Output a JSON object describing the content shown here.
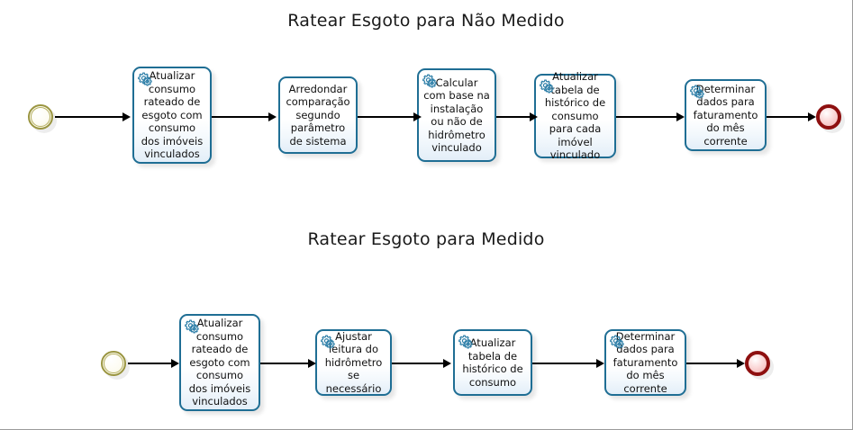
{
  "diagrams": [
    {
      "title": "Ratear Esgoto para Não Medido",
      "start_event": {
        "name": "start-event",
        "type": "start"
      },
      "end_event": {
        "name": "end-event",
        "type": "end"
      },
      "tasks": [
        {
          "label": "Atualizar consumo rateado de esgoto com consumo dos imóveis vinculados",
          "icon": "gear-icon",
          "service": true
        },
        {
          "label": "Arredondar comparação segundo parâmetro de sistema",
          "icon": "",
          "service": false
        },
        {
          "label": "Calcular com base na instalação ou não de hidrômetro vinculado",
          "icon": "gear-icon",
          "service": true
        },
        {
          "label": "Atualizar tabela de histórico de consumo para cada imóvel vinculado",
          "icon": "gear-icon",
          "service": true
        },
        {
          "label": "Determinar dados para faturamento do mês corrente",
          "icon": "gear-icon",
          "service": true
        }
      ]
    },
    {
      "title": "Ratear Esgoto para Medido",
      "start_event": {
        "name": "start-event",
        "type": "start"
      },
      "end_event": {
        "name": "end-event",
        "type": "end"
      },
      "tasks": [
        {
          "label": "Atualizar consumo rateado de esgoto com consumo dos imóveis vinculados",
          "icon": "gear-icon",
          "service": true
        },
        {
          "label": "Ajustar leitura do hidrômetro se necessário",
          "icon": "gear-icon",
          "service": true
        },
        {
          "label": "Atualizar tabela de histórico de consumo",
          "icon": "gear-icon",
          "service": true
        },
        {
          "label": "Determinar dados para faturamento do mês corrente",
          "icon": "gear-icon",
          "service": true
        }
      ]
    }
  ],
  "colors": {
    "task_border": "#1f6e94",
    "task_fill": "#ffffff",
    "start_event_border": "#9a9540",
    "end_event_border": "#8e1010",
    "end_event_fill": "#f2b3b3",
    "connector": "#000000",
    "gear": "#2e7fa8",
    "title_text": "#1a1a1a",
    "canvas_background": "#ffffff"
  }
}
